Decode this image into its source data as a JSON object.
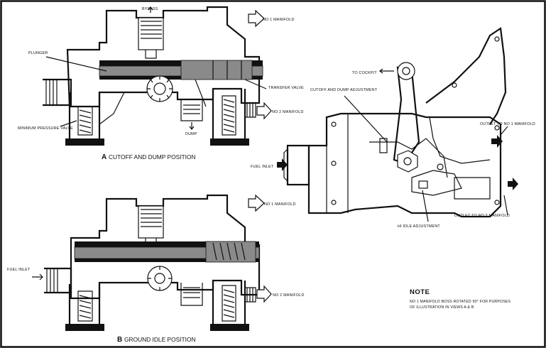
{
  "view_a": {
    "caption_letter": "A",
    "caption_text": "CUTOFF AND DUMP POSITION",
    "labels": {
      "bypass": "BYPASS",
      "no1_manifold": "NO 1 MANIFOLD",
      "plunger": "PLUNGER",
      "transfer_valve": "TRANSFER VALVE",
      "no2_manifold": "NO 2 MANIFOLD",
      "minimum_pressure_valve": "MINIMUM PRESSURE VALVE",
      "dump": "DUMP"
    }
  },
  "view_b": {
    "caption_letter": "B",
    "caption_text": "GROUND IDLE POSITION",
    "labels": {
      "no1_manifold": "NO 1 MANIFOLD",
      "fuel_inlet": "FUEL INLET",
      "no2_manifold": "NO 2 MANIFOLD"
    }
  },
  "assembly": {
    "labels": {
      "to_cockpit": "TO COCKPIT",
      "cutoff_dump_adjustment": "CUTOFF AND DUMP ADJUSTMENT",
      "fuel_inlet": "FUEL INLET",
      "outlet_no1": "OUTLET TO NO 1 MANIFOLD",
      "outlet_no2": "OUTLET TO NO 2 MANIFOLD",
      "hi_idle_adjustment": "HI IDLE ADJUSTMENT"
    }
  },
  "note": {
    "title": "NOTE",
    "line1": "NO 1 MANIFOLD BOSS ROTATED 90° FOR PURPOSES",
    "line2": "OF ILLUSTRATION IN VIEWS A & B"
  }
}
